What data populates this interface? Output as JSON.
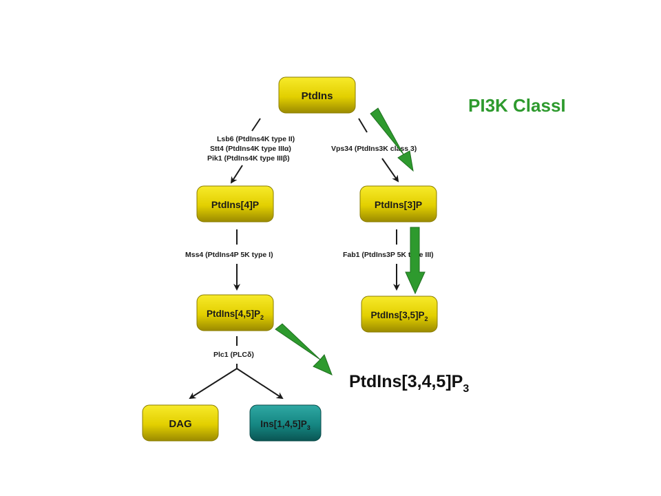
{
  "title": "PI3K ClassI",
  "nodes": {
    "ptdins": "PtdIns",
    "ptdins4p": "PtdIns[4]P",
    "ptdins3p": "PtdIns[3]P",
    "ptdins45p2": {
      "base": "PtdIns[4,5]P",
      "sub": "2"
    },
    "ptdins35p2": {
      "base": "PtdIns[3,5]P",
      "sub": "2"
    },
    "dag": "DAG",
    "ins145p3": {
      "base": "Ins[1,4,5]P",
      "sub": "3"
    },
    "ptdins345p3": {
      "base": "PtdIns[3,4,5]P",
      "sub": "3"
    }
  },
  "enzymes": {
    "lsb6": "Lsb6 (PtdIns4K type II)",
    "stt4": "Stt4 (PtdIns4K type IIIα)",
    "pik1": "Pik1 (PtdIns4K type IIIβ)",
    "vps34": "Vps34 (PtdIns3K class 3)",
    "mss4": "Mss4 (PtdIns4P 5K type I)",
    "fab1": "Fab1 (PtdIns3P 5K type III)",
    "plc1": "Plc1 (PLCδ)"
  },
  "colors": {
    "node_yellow": "#e6d400",
    "node_teal": "#1a8a86",
    "arrow_green": "#2e9a2e",
    "title_green": "#2e9a2e"
  }
}
